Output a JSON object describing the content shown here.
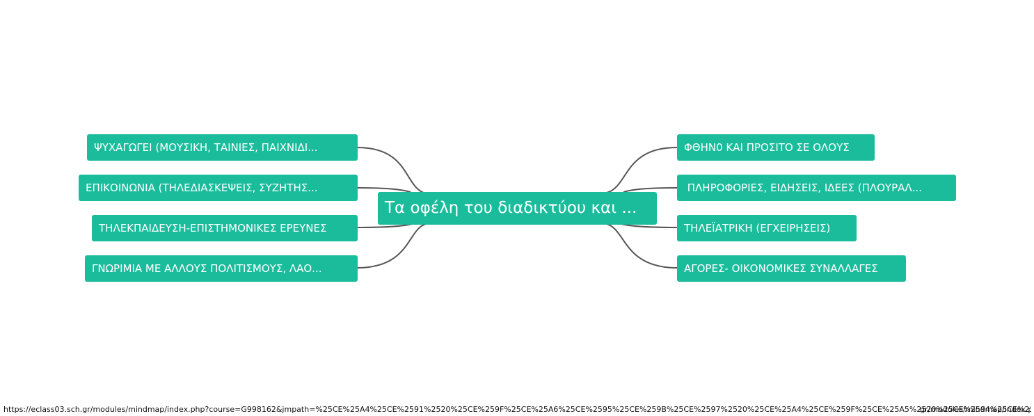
{
  "root": {
    "label": "Τα οφέλη του διαδικτύου και ..."
  },
  "left_nodes": [
    {
      "label": "ΨΥΧΑΓΩΓΕΙ (ΜΟΥΣΙΚΗ, ΤΑΙΝΙΕΣ,  ΠΑΙΧΝΙΔΙ..."
    },
    {
      "label": "ΕΠΙΚΟΙΝΩΝΙΑ (ΤΗΛΕΔΙΑΣΚΕΨΕΙΣ, ΣΥΖΗΤΗΣ..."
    },
    {
      "label": "ΤΗΛΕΚΠΑΙΔΕΥΣΗ-ΕΠΙΣΤΗΜΟΝΙΚΕΣ ΕΡΕΥΝΕΣ"
    },
    {
      "label": "ΓΝΩΡΙΜΙΑ ΜΕ ΑΛΛΟΥΣ  ΠΟΛΙΤΙΣΜΟΥΣ, ΛΑΟ..."
    }
  ],
  "right_nodes": [
    {
      "label": "ΦΘΗΝ0 ΚΑΙ ΠΡΟΣΙΤΟ ΣΕ ΟΛΟΥΣ"
    },
    {
      "label": " ΠΛΗΡΟΦΟΡΙΕΣ, ΕΙΔΗΣΕΙΣ, ΙΔΕΕΣ (ΠΛΟΥΡΑΛ..."
    },
    {
      "label": "ΤΗΛΕΪΑΤΡΙΚΗ (ΕΓΧΕΙΡΗΣΕΙΣ)"
    },
    {
      "label": "ΑΓΟΡΕΣ- ΟΙΚΟΝΟΜΙΚΕΣ ΣΥΝΑΛΛΑΓΕΣ"
    }
  ],
  "colors": {
    "node_fill": "#1abc9c",
    "node_text": "#ffffff",
    "link": "#555555"
  },
  "status_bar": {
    "url": "https://eclass03.sch.gr/modules/mindmap/index.php?course=G998162&jmpath=%25CE%25A4%25CE%2591%2520%25CE%259F%25CE%25A6%25CE%2595%25CE%259B%25CE%2597%2520%25CE%25A4%25CE%259F%25CE%25A5%2520%25CE%2594%25CE%2599%25CE%2591",
    "right_text": "gr/modules/mindmap/index.ph"
  }
}
